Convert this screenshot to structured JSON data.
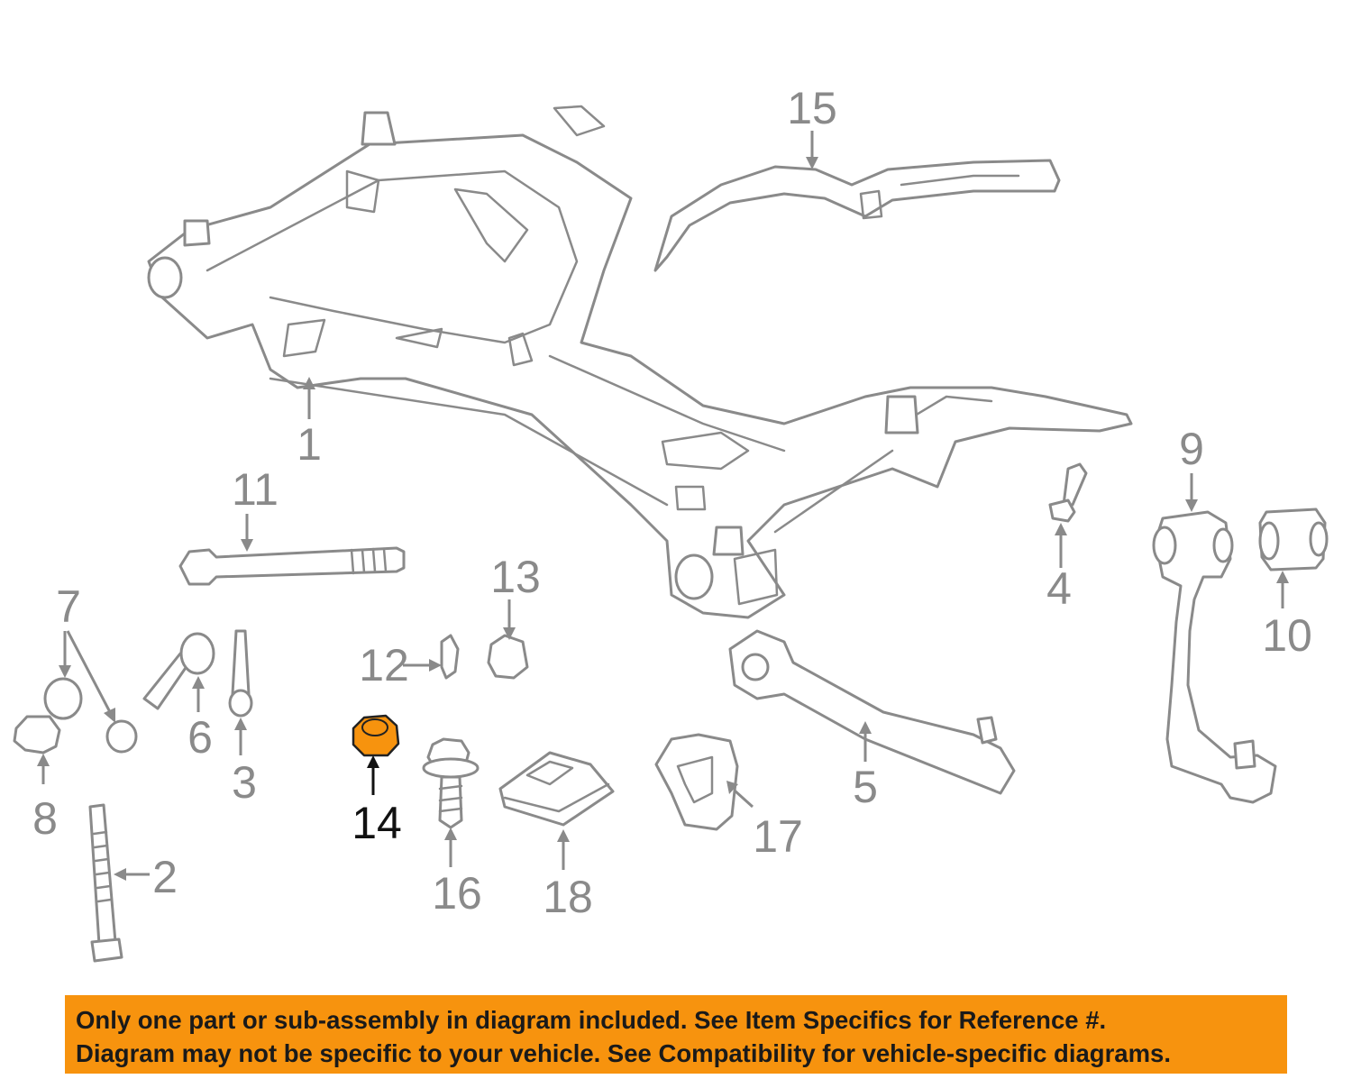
{
  "highlight_color": "#f7930e",
  "line_color": "#8a8a8a",
  "highlighted_part": "14",
  "callouts": [
    "1",
    "2",
    "3",
    "4",
    "5",
    "6",
    "7",
    "8",
    "9",
    "10",
    "11",
    "12",
    "13",
    "14",
    "15",
    "16",
    "17",
    "18"
  ],
  "notice": {
    "line1": "Only one part or sub-assembly in diagram included. See Item Specifics for Reference #.",
    "line2": "Diagram may not be specific to your vehicle. See Compatibility for vehicle-specific diagrams."
  }
}
